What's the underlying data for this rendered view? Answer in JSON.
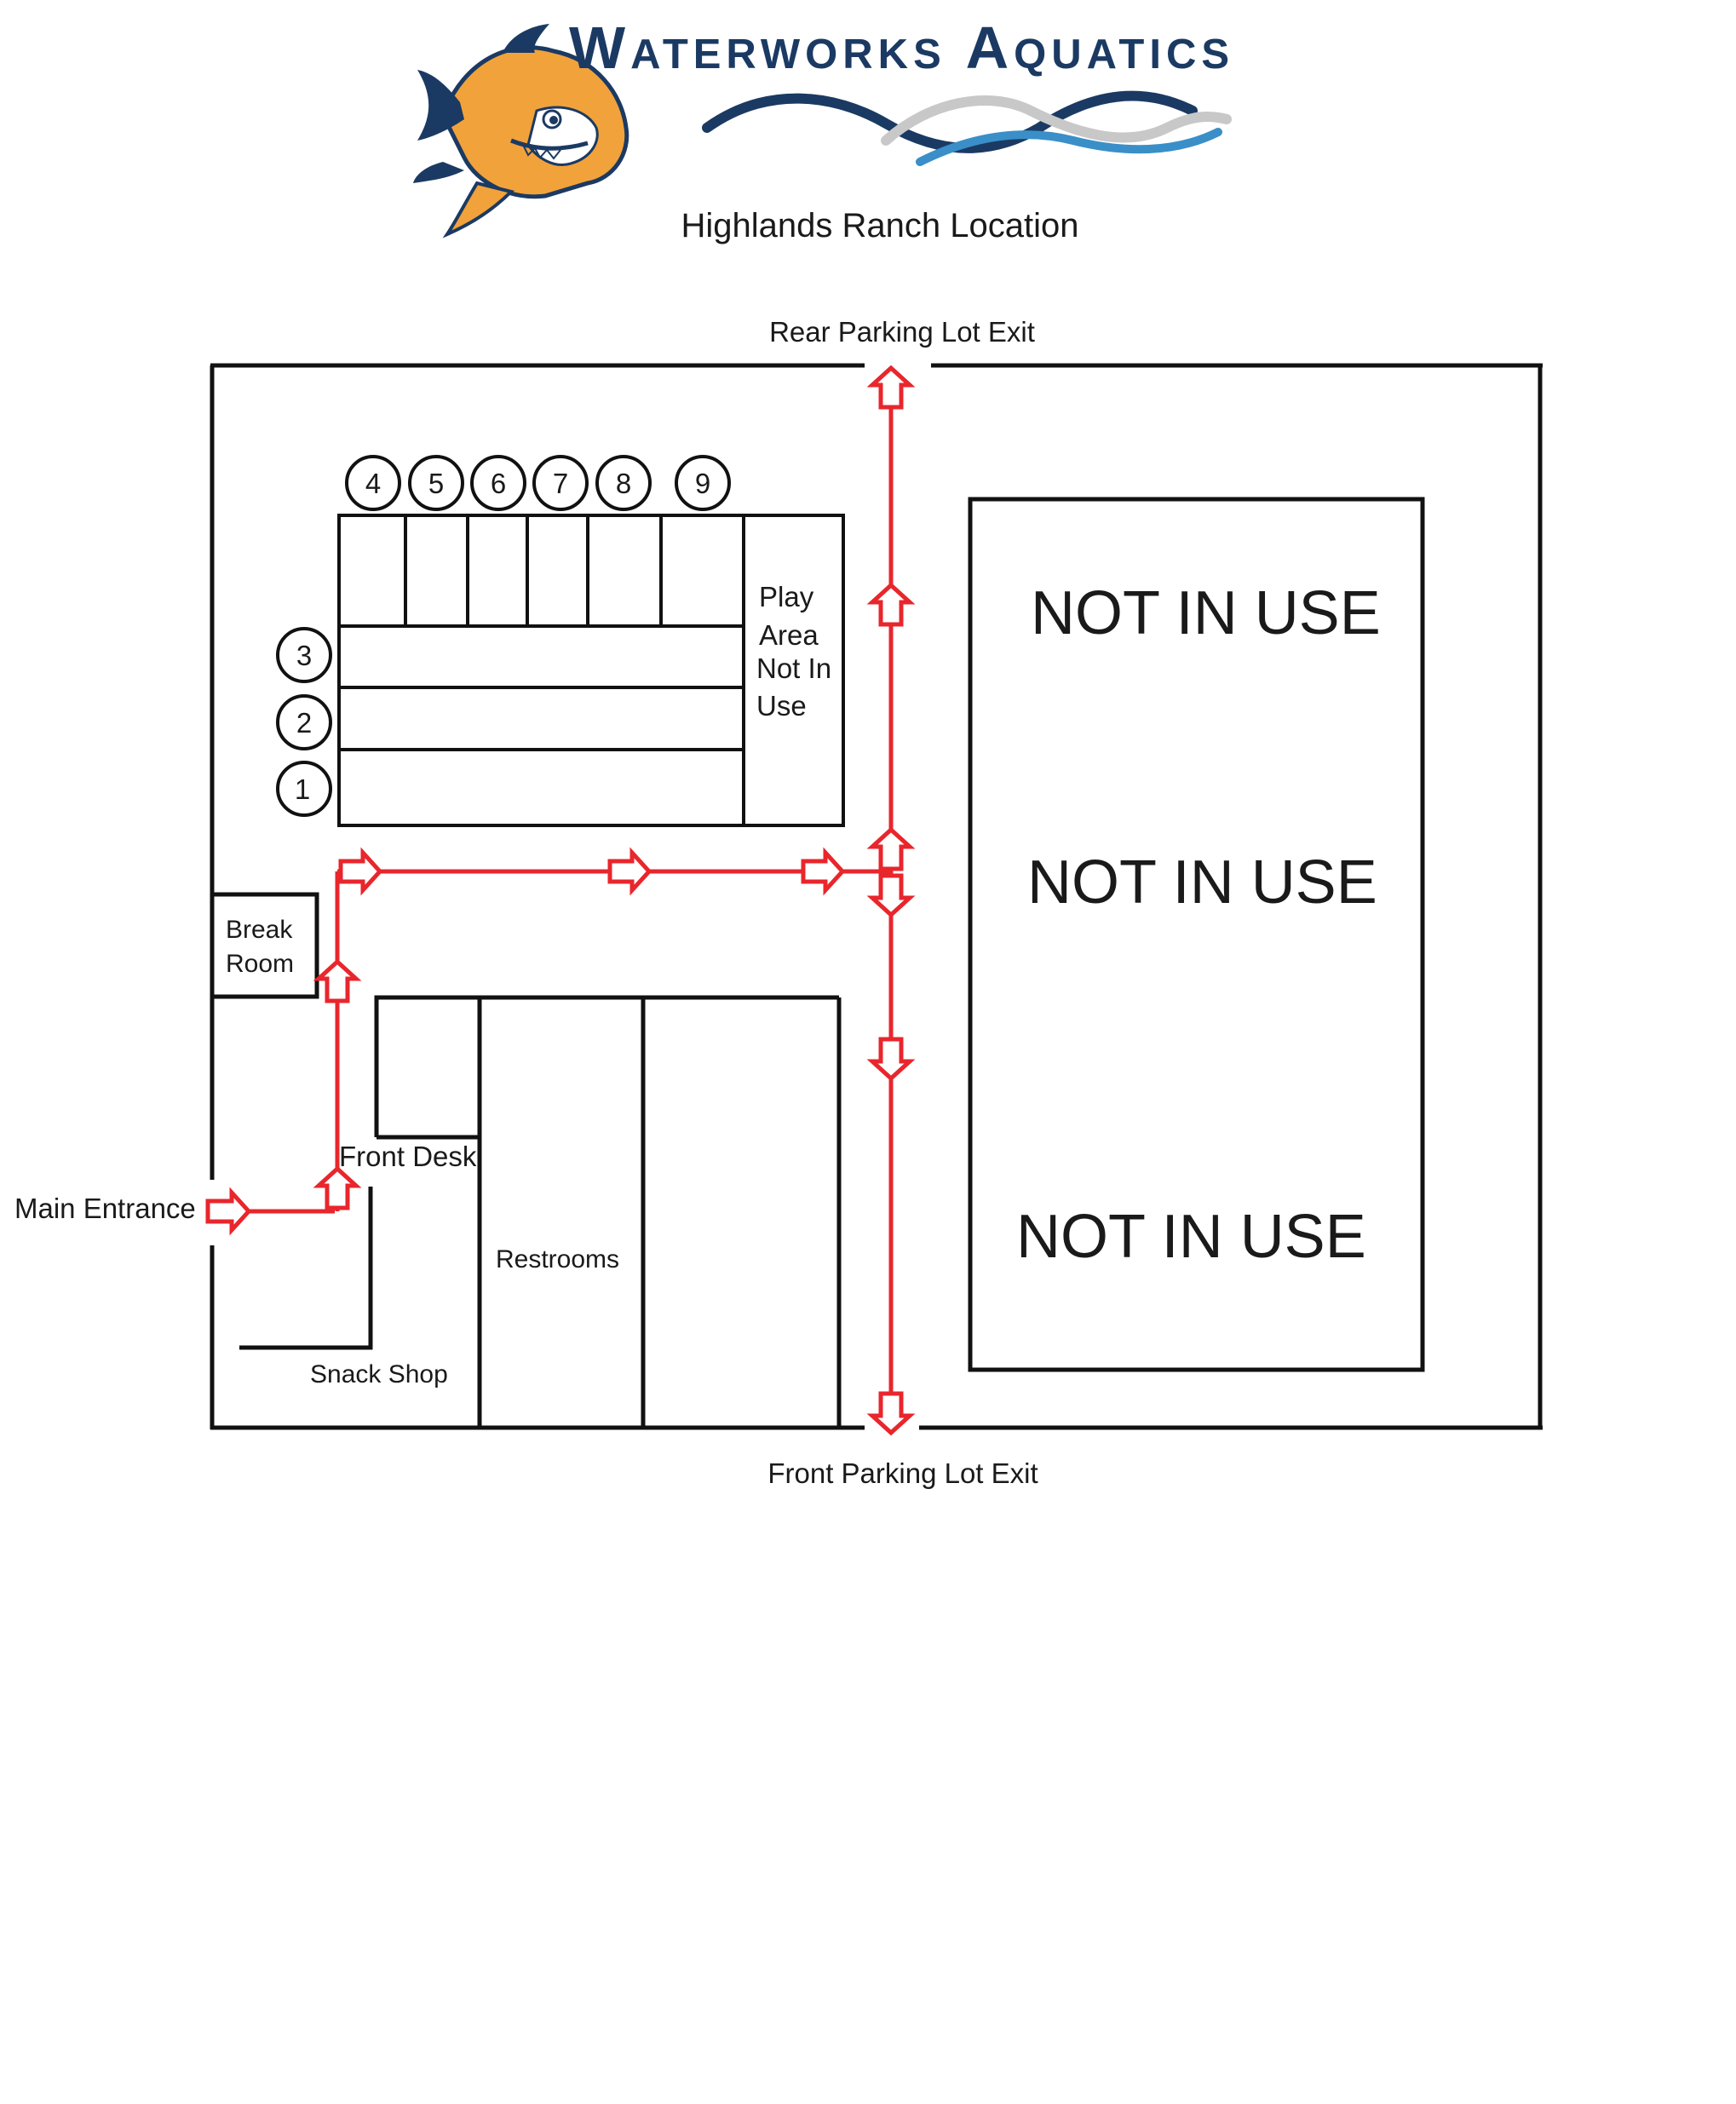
{
  "brand": {
    "name": "Waterworks Aquatics",
    "colors": {
      "navy": "#1b3a63",
      "orange": "#f2a23a",
      "wave_blue": "#3a8fc8",
      "wave_gray": "#c8c8c8"
    }
  },
  "location_title": "Highlands Ranch Location",
  "exits": {
    "rear": "Rear Parking Lot Exit",
    "front": "Front Parking Lot Exit"
  },
  "entrance": "Main Entrance",
  "rooms": {
    "break_room": [
      "Break",
      "Room"
    ],
    "front_desk": "Front Desk",
    "restrooms": "Restrooms",
    "snack_shop": "Snack Shop",
    "play_area": [
      "Play",
      "Area",
      "Not In",
      "Use"
    ]
  },
  "lanes": {
    "side": [
      "3",
      "2",
      "1"
    ],
    "top": [
      "4",
      "5",
      "6",
      "7",
      "8",
      "9"
    ]
  },
  "pool_status": [
    "NOT IN USE",
    "NOT IN USE",
    "NOT IN USE"
  ],
  "route_color": "#e8262c"
}
